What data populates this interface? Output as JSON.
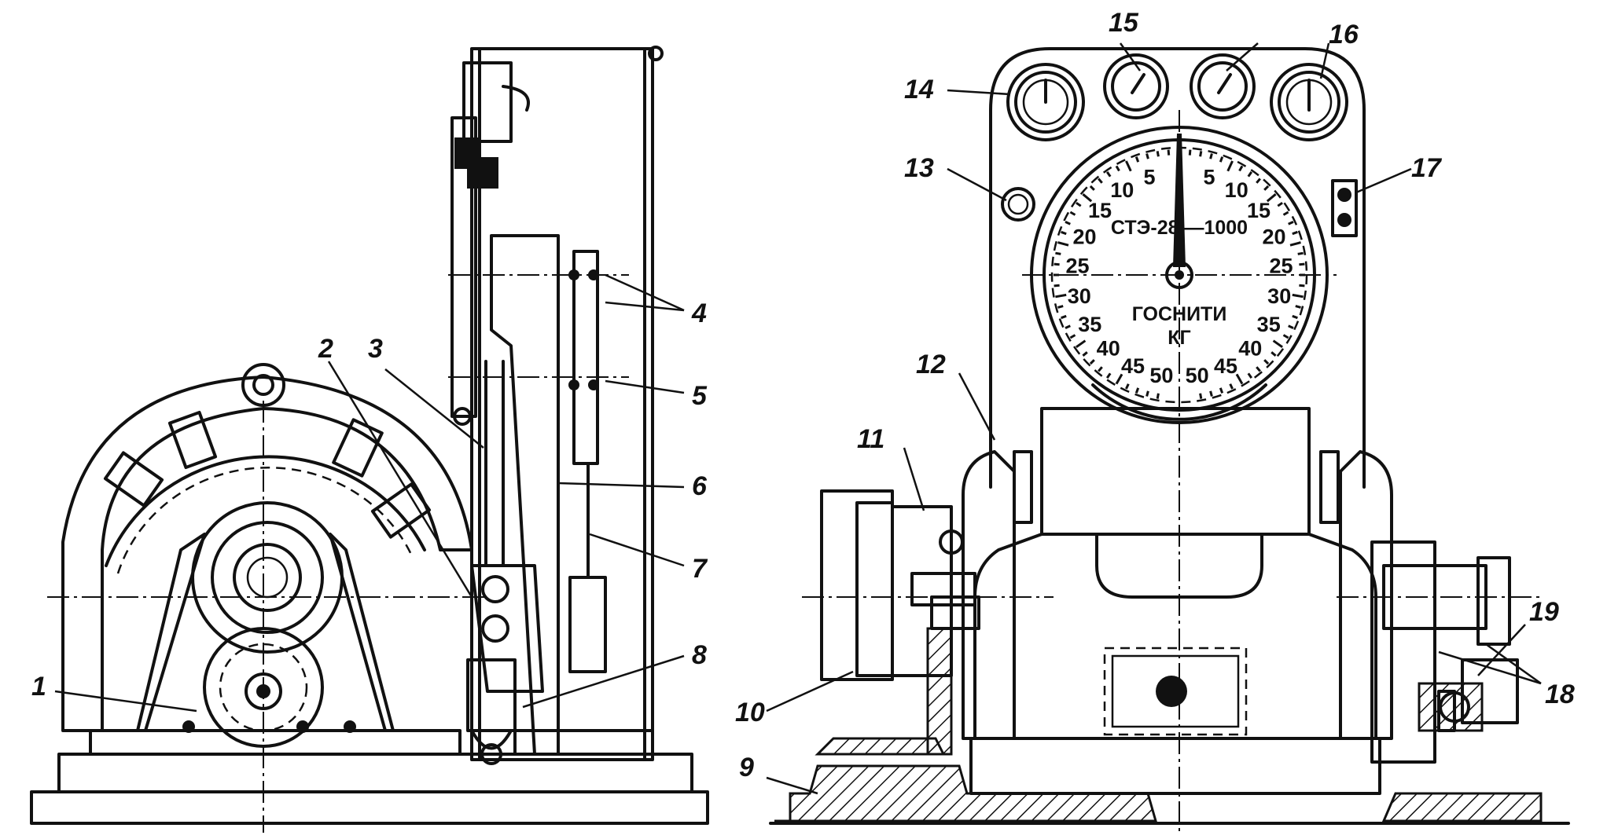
{
  "callouts": {
    "c1": "1",
    "c2": "2",
    "c3": "3",
    "c4": "4",
    "c5": "5",
    "c6": "6",
    "c7": "7",
    "c8": "8",
    "c9": "9",
    "c10": "10",
    "c11": "11",
    "c12": "12",
    "c13": "13",
    "c14": "14",
    "c15": "15",
    "c16": "16",
    "c17": "17",
    "c18": "18",
    "c19": "19"
  },
  "dial": {
    "model": "СТЭ-28 —1000",
    "brand": "ГОСНИТИ",
    "unit": "КГ",
    "scale_left": [
      "5",
      "10",
      "15",
      "20",
      "25",
      "30",
      "35",
      "40",
      "45",
      "50"
    ],
    "scale_right": [
      "5",
      "10",
      "15",
      "20",
      "25",
      "30",
      "35",
      "40",
      "45",
      "50"
    ]
  },
  "colors": {
    "ink": "#111111",
    "paper": "#ffffff"
  }
}
